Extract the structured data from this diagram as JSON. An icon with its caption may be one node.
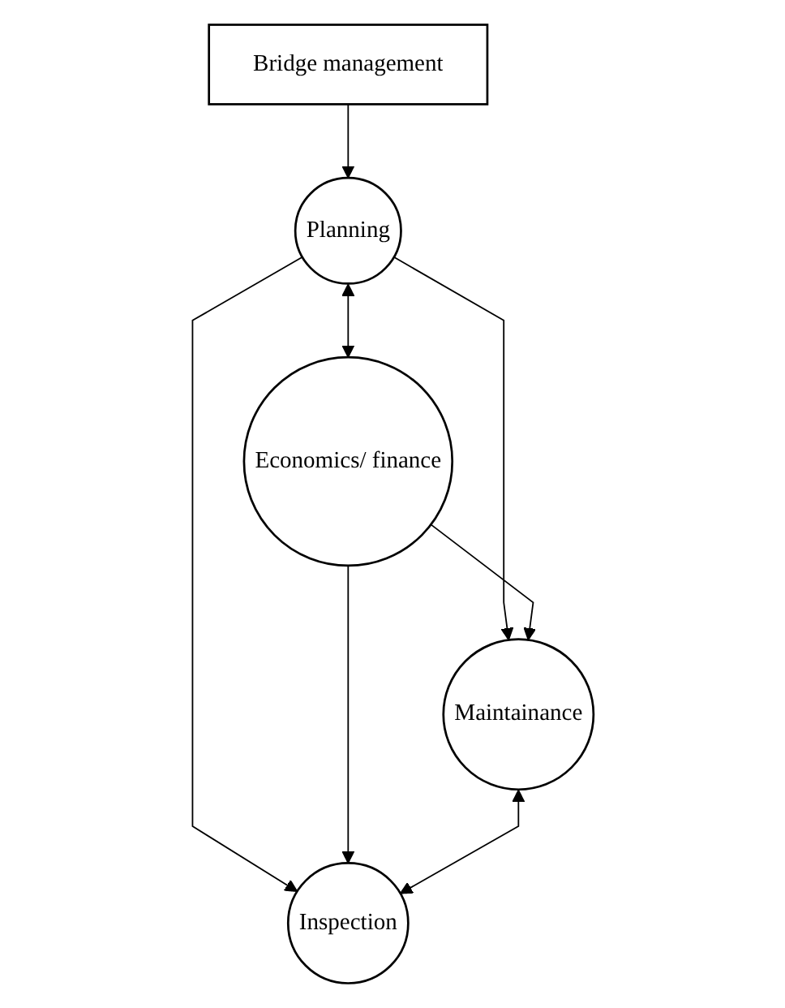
{
  "diagram": {
    "nodes": [
      {
        "text": [
          "Bridge management"
        ]
      },
      {
        "text": [
          "Planning"
        ]
      },
      {
        "text": [
          "Economics/ finance"
        ]
      },
      {
        "text": [
          "Maintainance"
        ]
      },
      {
        "text": [
          "Inspection"
        ]
      }
    ],
    "edges": [
      {
        "from": 0,
        "to": 1,
        "arrow": "to"
      },
      {
        "from": 1,
        "to": 3,
        "arrow": "to"
      },
      {
        "from": 1,
        "to": 4,
        "arrow": "to"
      },
      {
        "from": 1,
        "to": 2,
        "arrow": "both"
      },
      {
        "from": 2,
        "to": 3,
        "arrow": "to"
      },
      {
        "from": 2,
        "to": 4,
        "arrow": "to"
      },
      {
        "from": 3,
        "to": 4,
        "arrow": "both"
      }
    ]
  }
}
